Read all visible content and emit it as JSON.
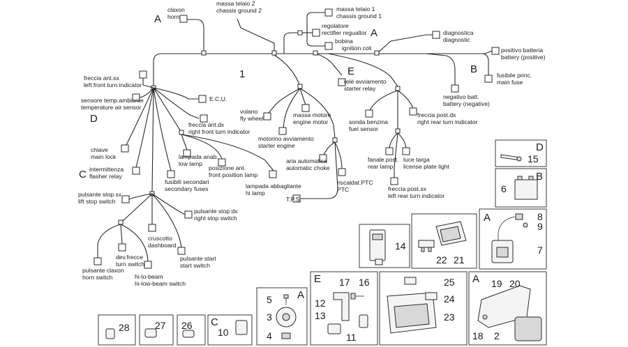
{
  "labels": {
    "claxon": [
      "claxon",
      "horn"
    ],
    "massa2": [
      "massa telaio 2",
      "chassis ground 2"
    ],
    "massa1": [
      "massa telaio 1",
      "chassis ground 1"
    ],
    "regolatore": [
      "regolatore",
      "rectifier regualtor"
    ],
    "bobina": [
      "bobina",
      "ignition coli"
    ],
    "diagnostica": [
      "diagnostica",
      "diagnostic"
    ],
    "positivo": [
      "positivo batteria",
      "battery (positive)"
    ],
    "fusibile": [
      "fusibile princ.",
      "main fuse"
    ],
    "negativo": [
      "negativo batt.",
      "battery (negative)"
    ],
    "freccia_ant_sx": [
      "freccia ant.sx",
      "left front turn indicator"
    ],
    "sensore": [
      "sensore temp.ambiente",
      "temperature air sensor"
    ],
    "ecu": [
      "E.C.U."
    ],
    "rele": [
      "relè avviamento",
      "starter relay"
    ],
    "volano": [
      "volano",
      "fly wheel"
    ],
    "massa_motore": [
      "massa motore",
      "engine motor"
    ],
    "motorino": [
      "motorino avviamento",
      "starter engine"
    ],
    "freccia_ant_dx": [
      "freccia ant.dx",
      "right front turn indicator"
    ],
    "sonda": [
      "sonda benzina",
      "fuel sensor"
    ],
    "freccia_post_dx": [
      "freccia post.dx",
      "right rear turn indicator"
    ],
    "chiave": [
      "chiave",
      "main lock"
    ],
    "lampada_anab": [
      "lampada anab.",
      "low lamp"
    ],
    "posizione": [
      "posizione ant.",
      "front position lamp"
    ],
    "aria": [
      "aria automatica",
      "automatic choke"
    ],
    "fanale": [
      "fanale post.",
      "rear lamp"
    ],
    "luce_targa": [
      "luce targa",
      "license plate light"
    ],
    "intermittenza": [
      "intermittenza",
      "flasher relay"
    ],
    "fusibili_sec": [
      "fusibili secondari",
      "secondary fuses"
    ],
    "lampada_abb": [
      "lampada abbagliante",
      "hi lamp"
    ],
    "riscaldat": [
      "riscaldat.PTC",
      "PTC"
    ],
    "tps": [
      "T.P.S."
    ],
    "freccia_post_sx": [
      "freccia post.sx",
      "left rear turn indicator"
    ],
    "pulsante_stop_sx": [
      "pulsante stop sx",
      "lift stop switch"
    ],
    "pulsante_stop_dx": [
      "pulsante stop dx",
      "right stop switch"
    ],
    "cruscotto": [
      "cruscotto",
      "dashboard"
    ],
    "dev_frecce": [
      "dev.frecce",
      "turn switch"
    ],
    "pulsante_start": [
      "pulsante start",
      "start switch"
    ],
    "pulsante_claxon": [
      "pulsante claxon",
      "horn switch"
    ],
    "hi_lo": [
      "hi-lo-beam",
      "hi-low-beam switch"
    ]
  },
  "letters": {
    "a1": "A",
    "a2": "A",
    "b1": "B",
    "d1": "D",
    "e1": "E",
    "c1": "C",
    "one": "1",
    "box_d": "D",
    "box_b": "B",
    "box_a1": "A",
    "box_a2": "A",
    "box_e": "E",
    "box_a3": "A",
    "box_c": "C"
  },
  "parts": {
    "p15": "15",
    "p6": "6",
    "p8": "8",
    "p9": "9",
    "p7": "7",
    "p14": "14",
    "p22": "22",
    "p21": "21",
    "p5": "5",
    "p3": "3",
    "p4": "4",
    "p17": "17",
    "p16": "16",
    "p12": "12",
    "p13": "13",
    "p11": "11",
    "p25": "25",
    "p24": "24",
    "p23": "23",
    "p19": "19",
    "p20": "20",
    "p18": "18",
    "p2": "2",
    "p28": "28",
    "p27": "27",
    "p26": "26",
    "p10": "10"
  }
}
